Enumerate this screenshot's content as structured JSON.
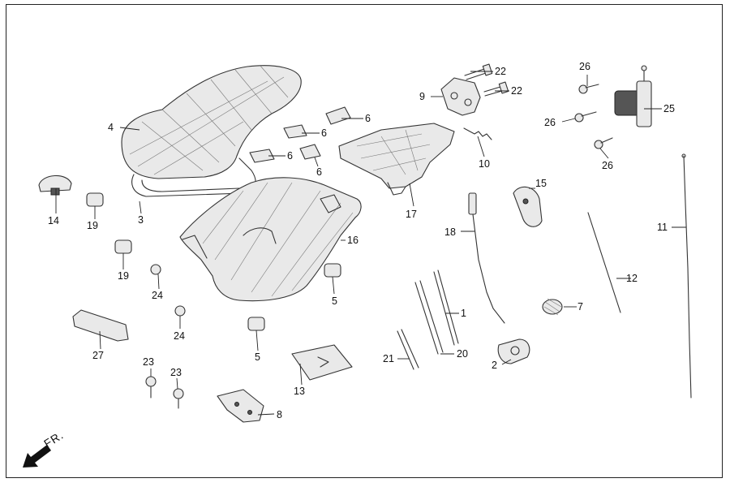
{
  "direction": {
    "text": "FR."
  },
  "labels": {
    "p1": "1",
    "p2": "2",
    "p4": "4",
    "p5a": "5",
    "p5b": "5",
    "p6a": "6",
    "p6b": "6",
    "p6c": "6",
    "p6d": "6",
    "p7": "7",
    "p8": "8",
    "p9": "9",
    "p10": "10",
    "p11": "11",
    "p12": "12",
    "p13": "13",
    "p14": "14",
    "p15": "15",
    "p16": "16",
    "p17": "17",
    "p18": "18",
    "p19a": "19",
    "p19b": "19",
    "p20": "20",
    "p21": "21",
    "p22a": "22",
    "p22b": "22",
    "p23a": "23",
    "p23b": "23",
    "p24a": "24",
    "p24b": "24",
    "p25": "25",
    "p26a": "26",
    "p26b": "26",
    "p26c": "26",
    "p27": "27"
  }
}
